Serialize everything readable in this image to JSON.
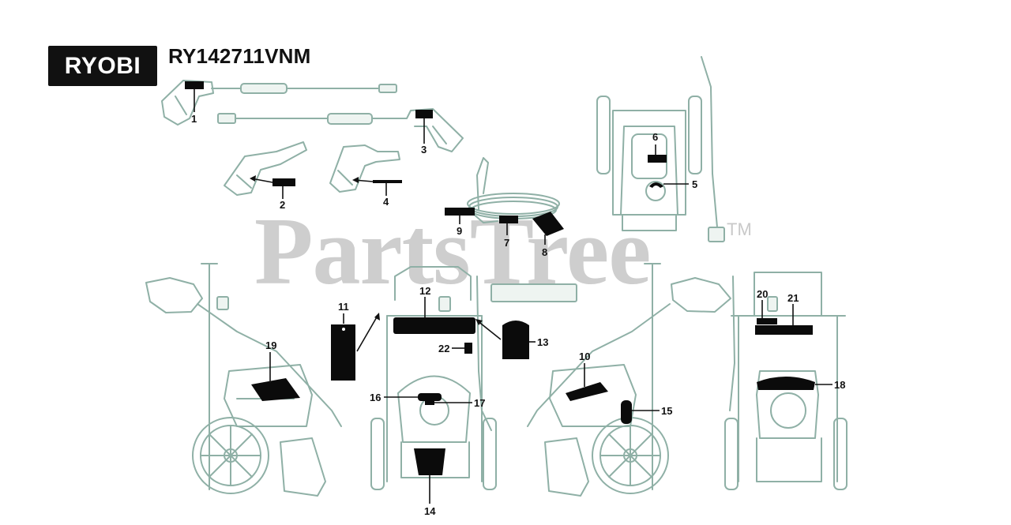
{
  "brand": {
    "logo_text": "RYOBI"
  },
  "model": {
    "number": "RY142711VNM"
  },
  "watermark": {
    "text": "PartsTree",
    "tm": "TM"
  },
  "colors": {
    "line_art": "#8fb0a6",
    "labels": "#0b0b0b",
    "watermark": "#c9c9c9"
  },
  "callouts": [
    "1",
    "2",
    "3",
    "4",
    "5",
    "6",
    "7",
    "8",
    "9",
    "10",
    "11",
    "12",
    "13",
    "14",
    "15",
    "16",
    "17",
    "18",
    "19",
    "20",
    "21",
    "22"
  ]
}
